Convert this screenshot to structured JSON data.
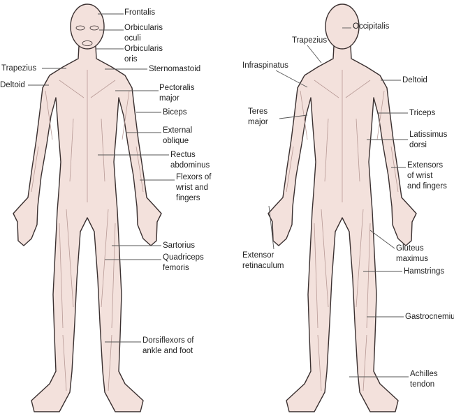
{
  "colors": {
    "skin": "#f3e1dc",
    "outline": "#3a3030",
    "muscle_line": "#b89a96",
    "leader": "#555555"
  },
  "front": {
    "labels": {
      "frontalis": "Frontalis",
      "orbicularis_oculi": "Orbicularis\noculi",
      "orbicularis_oris": "Orbicularis\noris",
      "trapezius": "Trapezius",
      "sternomastoid": "Sternomastoid",
      "deltoid": "Deltoid",
      "pectoralis_major": "Pectoralis\nmajor",
      "biceps": "Biceps",
      "external_oblique": "External\noblique",
      "rectus_abdominus": "Rectus\nabdominus",
      "flexors": "Flexors of\nwrist and\nfingers",
      "sartorius": "Sartorius",
      "quadriceps": "Quadriceps\nfemoris",
      "dorsiflexors": "Dorsiflexors of\nankle and foot"
    }
  },
  "back": {
    "labels": {
      "occipitalis": "Occipitalis",
      "trapezius": "Trapezius",
      "infraspinatus": "Infraspinatus",
      "deltoid": "Deltoid",
      "teres_major": "Teres\nmajor",
      "triceps": "Triceps",
      "latissimus_dorsi": "Latissimus\ndorsi",
      "extensors": "Extensors\nof wrist\nand  fingers",
      "gluteus_maximus": "Gluteus\nmaximus",
      "extensor_retinaculum": "Extensor\nretinaculum",
      "hamstrings": "Hamstrings",
      "gastrocnemius": "Gastrocnemius",
      "achilles_tendon": "Achilles\ntendon"
    }
  }
}
